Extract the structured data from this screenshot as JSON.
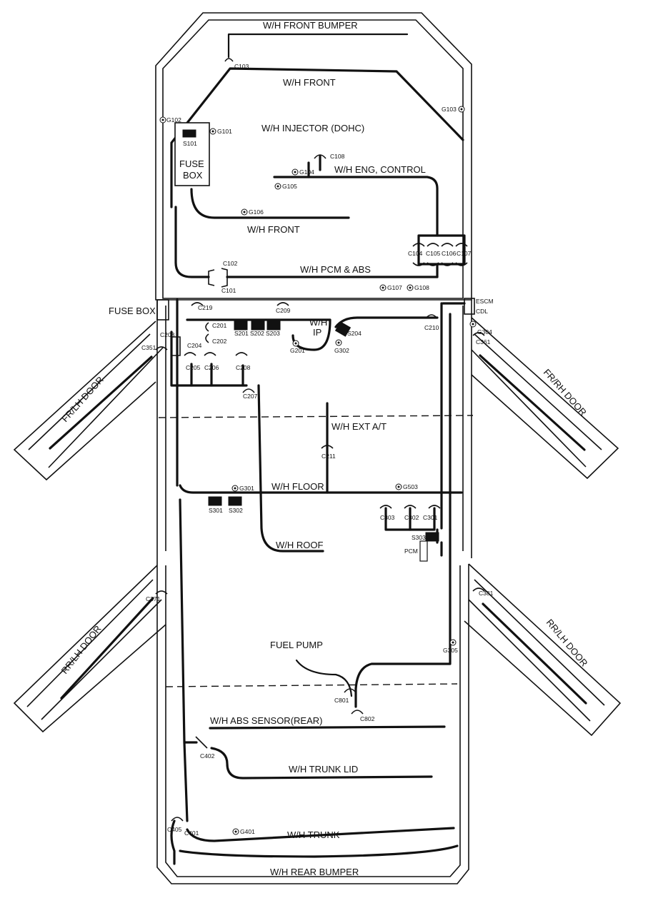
{
  "harnesses": {
    "front_bumper": "W/H FRONT BUMPER",
    "front": "W/H FRONT",
    "front_2": "W/H FRONT",
    "injector": "W/H INJECTOR (DOHC)",
    "eng_control": "W/H ENG, CONTROL",
    "pcm_abs": "W/H PCM & ABS",
    "ip_1": "W/H",
    "ip_2": "IP",
    "ext_at": "W/H EXT A/T",
    "floor": "W/H FLOOR",
    "roof": "W/H ROOF",
    "abs_sensor": "W/H ABS SENSOR(REAR)",
    "trunk_lid": "W/H TRUNK LID",
    "trunk": "W/H TRUNK",
    "rear_bumper": "W/H REAR BUMPER"
  },
  "components": {
    "fuse_box_1": "FUSE",
    "fuse_box_2": "BOX",
    "fuse_box_side": "FUSE BOX",
    "fuel_pump": "FUEL PUMP",
    "escm": "ESCM",
    "cdl": "CDL",
    "pcm": "PCM"
  },
  "doors": {
    "fr_lh": "FR/LH DOOR",
    "fr_rh": "FR/RH DOOR",
    "rr_lh": "RR/LH DOOR",
    "rr_rh": "RR/LH DOOR"
  },
  "connectors": {
    "c101": "C101",
    "c102": "C102",
    "c103": "C103",
    "c104": "C104",
    "c105": "C105",
    "c106": "C106",
    "c107": "C107",
    "c108": "C108",
    "c201": "C201",
    "c202": "C202",
    "c203": "C203",
    "c204": "C204",
    "c205": "C205",
    "c206": "C206",
    "c207": "C207",
    "c208": "C208",
    "c209": "C209",
    "c210": "C210",
    "c211": "C211",
    "c219": "C219",
    "c301": "C301",
    "c302": "C302",
    "c303": "C303",
    "c351": "C351",
    "c361": "C361",
    "c371": "C371",
    "c381": "C381",
    "c401": "C401",
    "c402": "C402",
    "c405": "C405",
    "c801": "C801",
    "c802": "C802"
  },
  "grounds": {
    "g101": "G101",
    "g102": "G102",
    "g103": "G103",
    "g104": "G104",
    "g105": "G105",
    "g106": "G106",
    "g107": "G107",
    "g108": "G108",
    "g201": "G201",
    "g301": "G301",
    "g302": "G302",
    "g304": "G304",
    "g305": "G305",
    "g401": "G401",
    "g503": "G503"
  },
  "splices": {
    "s101": "S101",
    "s201": "S201",
    "s202": "S202",
    "s203": "S203",
    "s204": "S204",
    "s301": "S301",
    "s302": "S302",
    "s303": "S303"
  }
}
